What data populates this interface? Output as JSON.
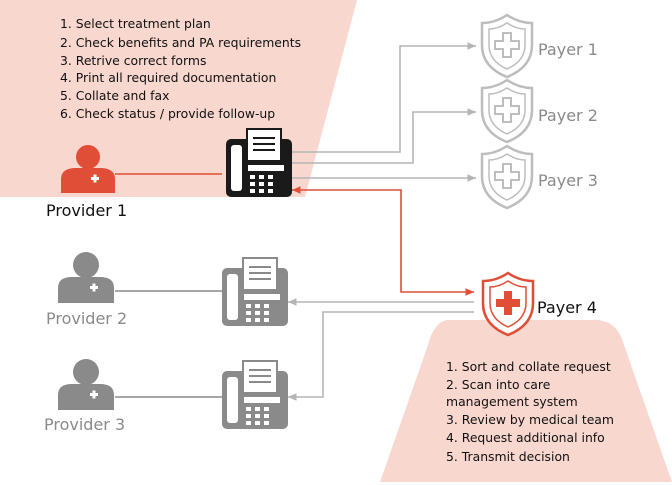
{
  "colors": {
    "accent": "#e04e37",
    "gray": "#8a8a8a",
    "light_gray": "#bdbdbd",
    "dark": "#1a1a1a",
    "highlight_fill": "#f8d7cf"
  },
  "provider_steps": [
    "1. Select treatment plan",
    "2. Check benefits and PA requirements",
    "3. Retrive correct forms",
    "4. Print all required documentation",
    "5. Collate and fax",
    "6. Check status / provide follow-up"
  ],
  "payer_steps": [
    "1. Sort and collate request",
    "2. Scan into care",
    "management system",
    "3. Review by medical team",
    "4. Request additional info",
    "5. Transmit decision"
  ],
  "providers": [
    {
      "label": "Provider 1",
      "icon": "person-icon",
      "fax_icon": "fax-machine-icon"
    },
    {
      "label": "Provider 2",
      "icon": "person-icon",
      "fax_icon": "fax-machine-icon"
    },
    {
      "label": "Provider 3",
      "icon": "person-icon",
      "fax_icon": "fax-machine-icon"
    }
  ],
  "payers": [
    {
      "label": "Payer 1",
      "icon": "shield-cross-icon"
    },
    {
      "label": "Payer 2",
      "icon": "shield-cross-icon"
    },
    {
      "label": "Payer 3",
      "icon": "shield-cross-icon"
    },
    {
      "label": "Payer 4",
      "icon": "shield-cross-icon"
    }
  ]
}
